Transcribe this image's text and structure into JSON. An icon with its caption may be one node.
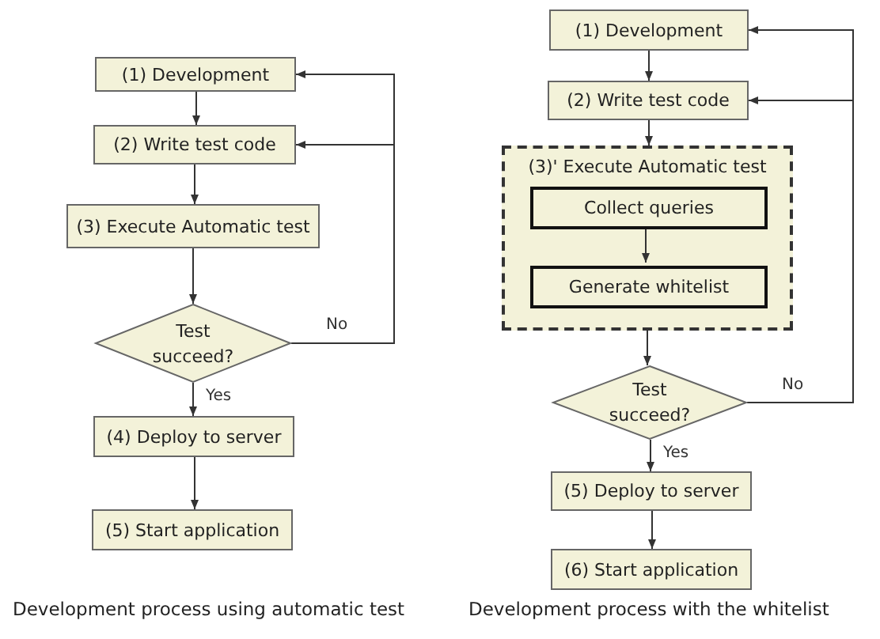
{
  "diagram": {
    "nodes": [
      {
        "text": [
          "(1) Development"
        ]
      },
      {
        "text": [
          "(2) Write test code"
        ]
      },
      {
        "text": [
          "(3) Execute Automatic test"
        ]
      },
      {
        "text": [
          "Test succeed?"
        ]
      },
      {
        "text": [
          "(4) Deploy to server"
        ]
      },
      {
        "text": [
          "(5) Start application"
        ]
      },
      {
        "text": [
          "(1) Development"
        ]
      },
      {
        "text": [
          "(2) Write test code"
        ]
      },
      {
        "text": [
          "(3)' Execute Automatic test"
        ]
      },
      {
        "text": [
          "Collect queries"
        ],
        "in": 8
      },
      {
        "text": [
          "Generate whitelist"
        ],
        "in": 8
      },
      {
        "text": [
          "Test succeed?"
        ]
      },
      {
        "text": [
          "(5) Deploy to server"
        ]
      },
      {
        "text": [
          "(6) Start application"
        ]
      }
    ],
    "edges": [
      {
        "from": 0,
        "to": 1,
        "arrow": "to"
      },
      {
        "from": 1,
        "to": 2,
        "arrow": "to"
      },
      {
        "from": 2,
        "to": 3,
        "arrow": "to"
      },
      {
        "from": 3,
        "to": 0,
        "arrow": "to",
        "label": "No"
      },
      {
        "from": 3,
        "to": 1,
        "arrow": "to"
      },
      {
        "from": 3,
        "to": 4,
        "arrow": "to",
        "label": "Yes"
      },
      {
        "from": 4,
        "to": 5,
        "arrow": "to"
      },
      {
        "from": 6,
        "to": 7,
        "arrow": "to"
      },
      {
        "from": 7,
        "to": 8,
        "arrow": "to"
      },
      {
        "from": 9,
        "to": 10,
        "arrow": "to"
      },
      {
        "from": 8,
        "to": 11,
        "arrow": "to"
      },
      {
        "from": 11,
        "to": 6,
        "arrow": "to",
        "label": "No"
      },
      {
        "from": 11,
        "to": 7,
        "arrow": "to"
      },
      {
        "from": 11,
        "to": 12,
        "arrow": "to",
        "label": "Yes"
      },
      {
        "from": 12,
        "to": 13,
        "arrow": "to"
      }
    ],
    "labels": [
      "Development process using automatic test",
      "Development process with the whitelist"
    ]
  }
}
